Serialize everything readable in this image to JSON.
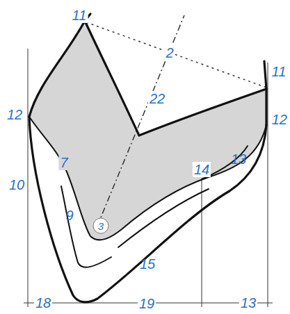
{
  "diagram": {
    "labels": [
      "11",
      "2",
      "11",
      "22",
      "12",
      "12",
      "7",
      "13",
      "14",
      "10",
      "9",
      "3",
      "15",
      "18",
      "19",
      "13"
    ]
  }
}
